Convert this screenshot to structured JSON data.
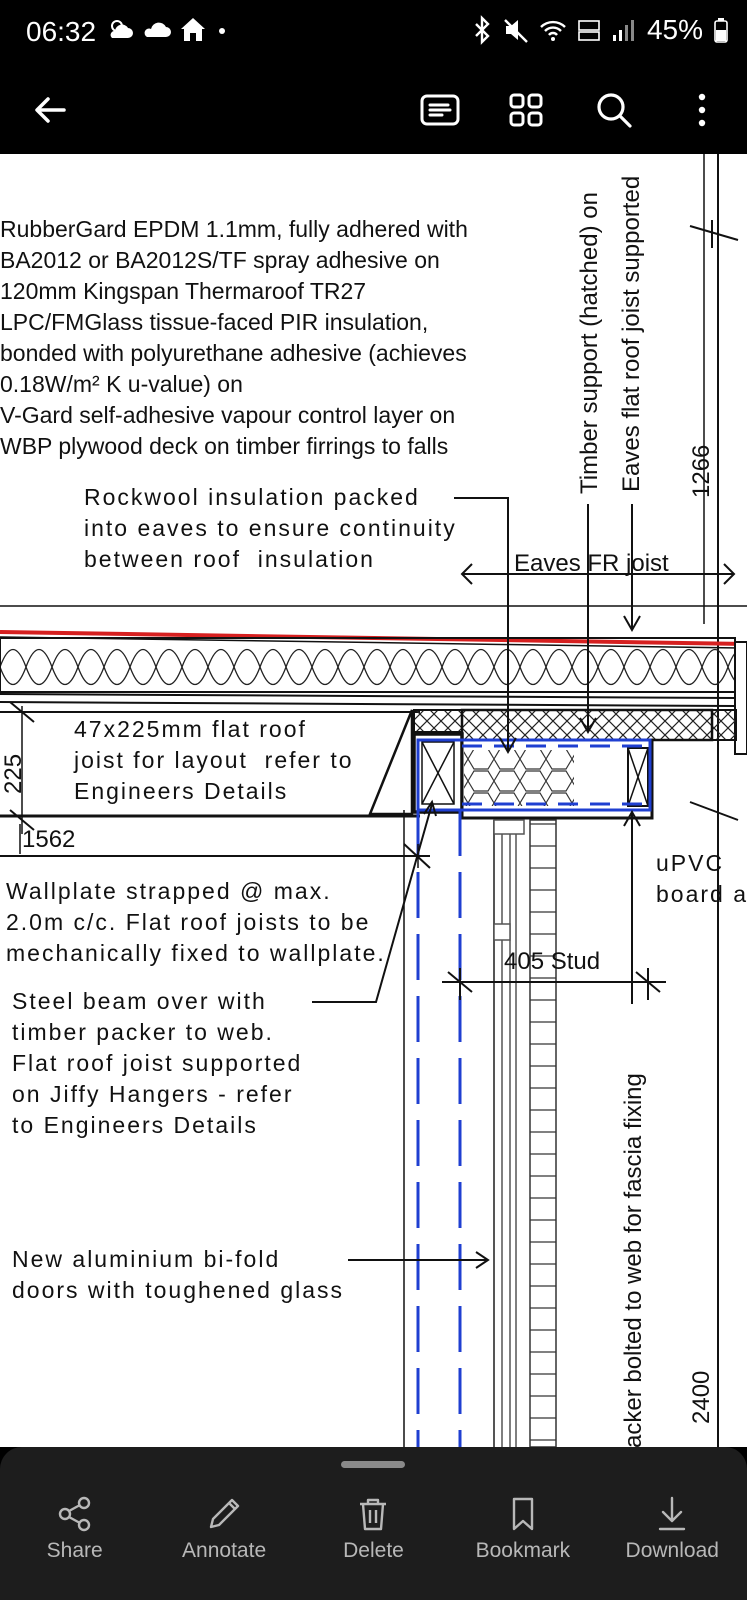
{
  "status_bar": {
    "time": "06:32",
    "battery": "45%"
  },
  "drawing": {
    "note_membrane": "RubberGard EPDM 1.1mm, fully adhered with\nBA2012 or BA2012S/TF spray adhesive on\n120mm Kingspan Thermaroof TR27\nLPC/FMGlass tissue-faced PIR insulation,\nbonded with polyurethane adhesive (achieves\n0.18W/m² K u-value) on\nV-Gard self-adhesive vapour control layer on\nWBP plywood deck on timber firrings to falls",
    "note_rockwool": "Rockwool insulation packed\ninto eaves to ensure continuity\nbetween roof  insulation",
    "label_timber_support": "Timber support (hatched) on",
    "label_eaves_joist_supported": "Eaves flat roof joist supported",
    "dim_1266": "1266",
    "label_eaves_fr_joist": "Eaves FR joist",
    "note_joist": "47x225mm flat roof\njoist for layout  refer to\nEngineers Details",
    "dim_225": "225",
    "dim_1562": "1562",
    "note_upvc": "uPVC\nboard a",
    "note_wallplate": "Wallplate strapped @ max.\n2.0m c/c. Flat roof joists to be\nmechanically fixed to wallplate.",
    "dim_405_stud": "405 Stud",
    "note_steel_beam": "Steel beam over with\ntimber packer to web.\nFlat roof joist supported\non Jiffy Hangers - refer\nto Engineers Details",
    "label_packer": "acker bolted to web for fascia fixing",
    "note_doors": "New aluminium bi-fold\ndoors with toughened glass",
    "dim_2400": "2400"
  },
  "bottom_actions": [
    {
      "label": "Share",
      "icon": "share-icon"
    },
    {
      "label": "Annotate",
      "icon": "pencil-icon"
    },
    {
      "label": "Delete",
      "icon": "trash-icon"
    },
    {
      "label": "Bookmark",
      "icon": "bookmark-icon"
    },
    {
      "label": "Download",
      "icon": "download-icon"
    }
  ]
}
